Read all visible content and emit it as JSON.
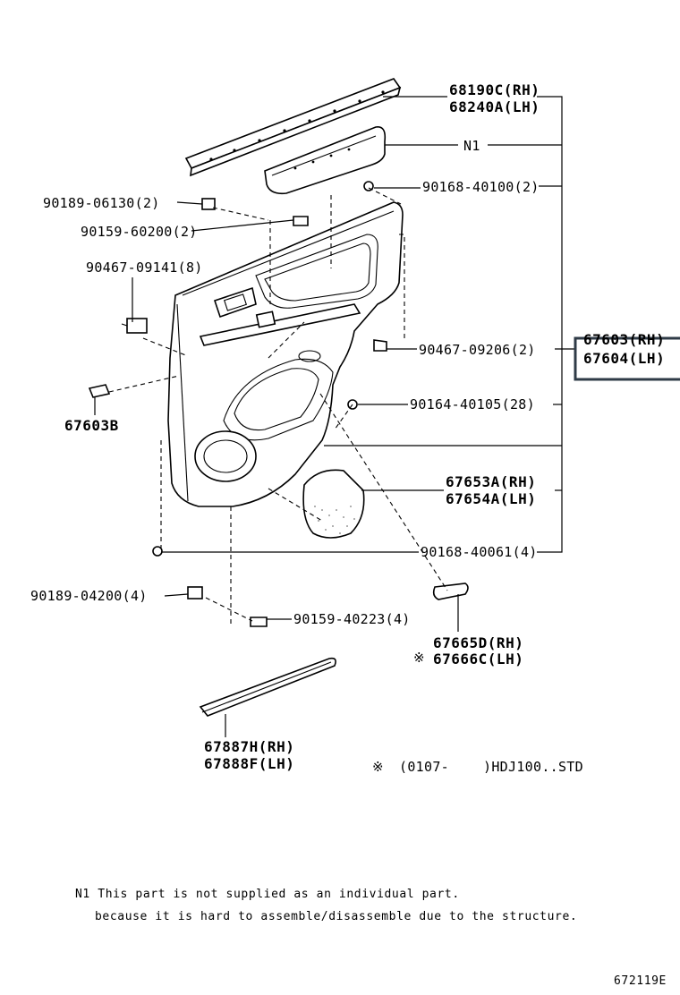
{
  "labels": {
    "l68190c": "68190C(RH)",
    "l68240a": "68240A(LH)",
    "n1": "N1",
    "l90168_40100": "90168-40100(2)",
    "l90189_06130": "90189-06130(2)",
    "l90159_60200": "90159-60200(2)",
    "l90467_09141": "90467-09141(8)",
    "l67603_rh": "67603(RH)",
    "l67604_lh": "67604(LH)",
    "l90467_09206": "90467-09206(2)",
    "l90164_40105": "90164-40105(28)",
    "l67603b": "67603B",
    "l67653a": "67653A(RH)",
    "l67654a": "67654A(LH)",
    "l90168_40061": "90168-40061(4)",
    "l90189_04200": "90189-04200(4)",
    "l90159_40223": "90159-40223(4)",
    "l67665d": "67665D(RH)",
    "l67666c": "67666C(LH)",
    "l67887h": "67887H(RH)",
    "l67888f": "67888F(LH)"
  },
  "legend": {
    "symbol": "※",
    "code": "(0107-",
    "model": ")HDJ100..STD"
  },
  "footnote": {
    "line1": "N1 This part is not supplied as an individual part.",
    "line2": "because it is hard to assemble/disassemble due to the structure."
  },
  "figure_id": "672119E",
  "highlight": {
    "label": "67604(LH)",
    "color": "#2f3b47"
  }
}
